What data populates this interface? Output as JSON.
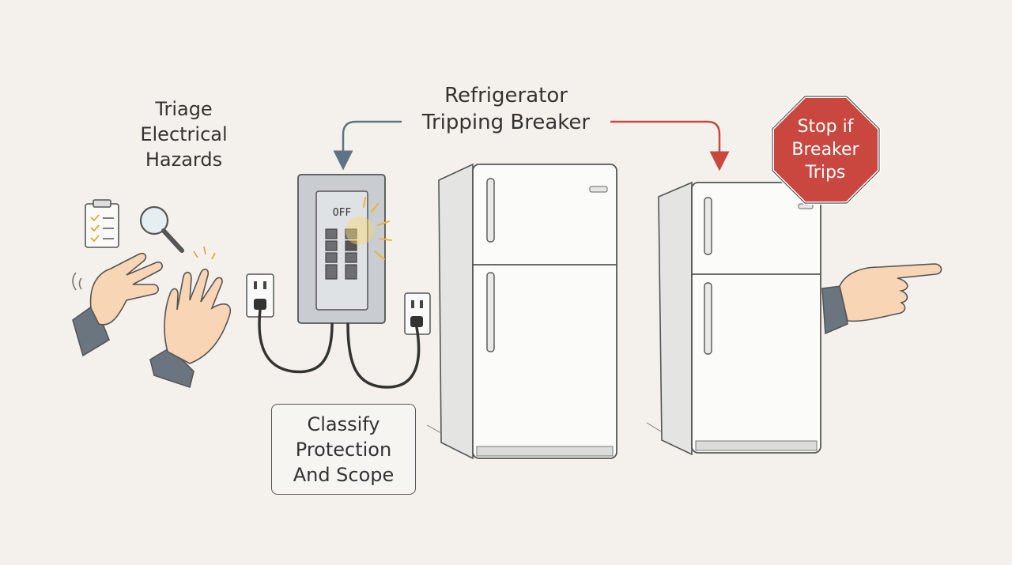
{
  "title": {
    "lines": [
      "Refrigerator",
      "Tripping Breaker"
    ]
  },
  "triage": {
    "lines": [
      "Triage",
      "Electrical",
      "Hazards"
    ]
  },
  "classify": {
    "lines": [
      "Classify",
      "Protection",
      "And Scope"
    ]
  },
  "stop_sign": {
    "lines": [
      "Stop if",
      "Breaker",
      "Trips"
    ]
  },
  "breaker_panel": {
    "status_label": "OFF"
  },
  "icons": [
    "clipboard-icon",
    "magnifier-icon",
    "hands-icon",
    "breaker-panel-icon",
    "outlet-icon",
    "refrigerator-icon",
    "stop-sign-icon",
    "pointing-hand-icon",
    "arrow-icon"
  ],
  "colors": {
    "background": "#f4f1ec",
    "stop_red": "#c9473f",
    "arrow_blue": "#5c7486",
    "arrow_red": "#c9473f",
    "spark": "#f0b429"
  }
}
